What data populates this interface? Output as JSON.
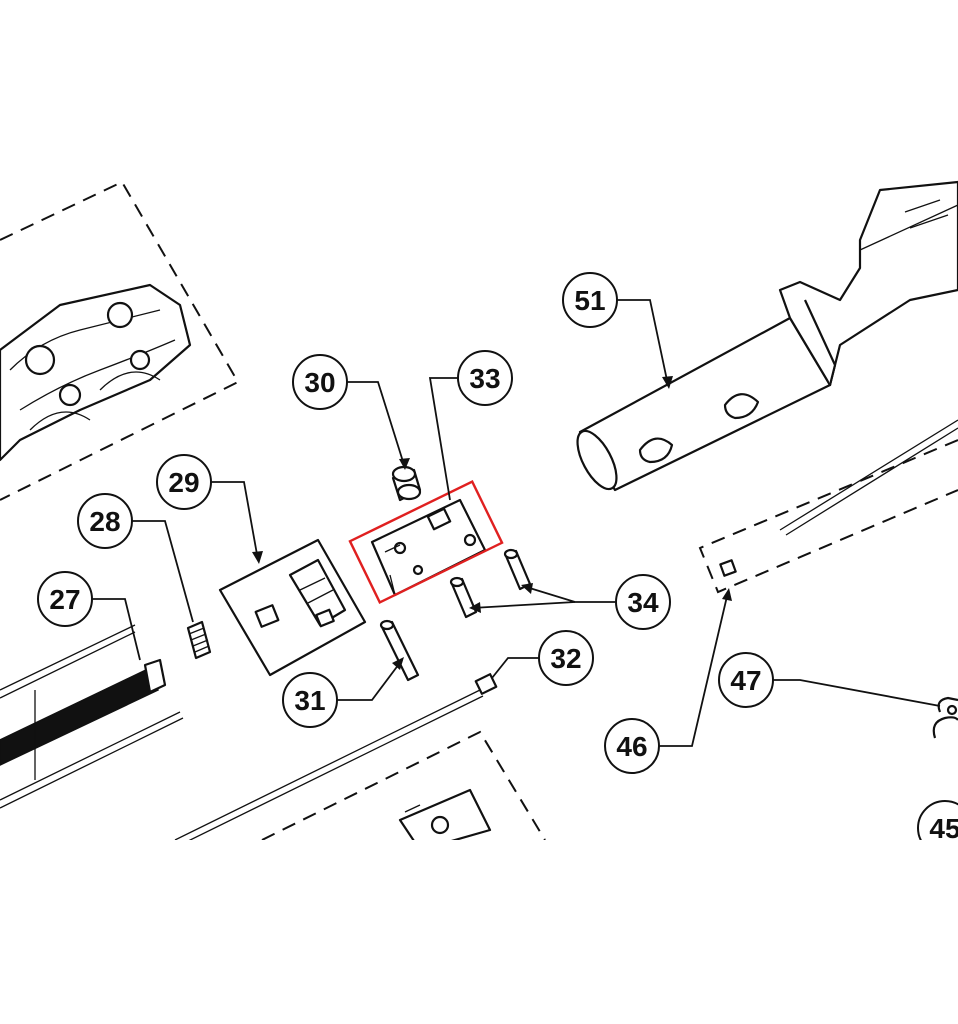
{
  "diagram": {
    "highlight_color": "#e02020",
    "line_color": "#111111",
    "callouts": [
      {
        "id": "c30",
        "label": "30"
      },
      {
        "id": "c33",
        "label": "33"
      },
      {
        "id": "c51",
        "label": "51"
      },
      {
        "id": "c29",
        "label": "29"
      },
      {
        "id": "c28",
        "label": "28"
      },
      {
        "id": "c27",
        "label": "27"
      },
      {
        "id": "c34",
        "label": "34"
      },
      {
        "id": "c32",
        "label": "32"
      },
      {
        "id": "c31",
        "label": "31"
      },
      {
        "id": "c47",
        "label": "47"
      },
      {
        "id": "c46",
        "label": "46"
      },
      {
        "id": "c45",
        "label": "45"
      }
    ]
  }
}
